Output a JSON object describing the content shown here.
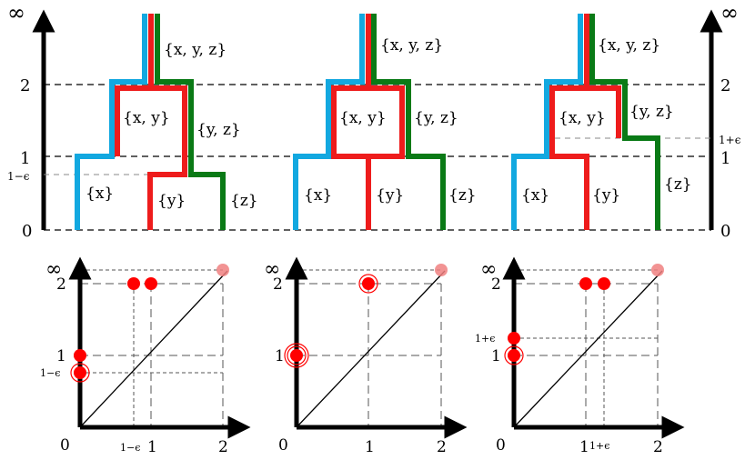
{
  "colors": {
    "x": "#12a8e0",
    "y": "#ee1c1c",
    "z": "#0a7a16",
    "point_red": "#ff0000",
    "point_faded": "#f08080",
    "axis": "#000000",
    "guide": "#555555"
  },
  "left_axis": {
    "top": "∞",
    "t2": "2",
    "t1": "1",
    "t1e": "1−ϵ",
    "t0": "0"
  },
  "right_axis": {
    "top": "∞",
    "t2": "2",
    "t1e": "1+ϵ",
    "t1": "1",
    "t0": "0"
  },
  "labels": {
    "xyz": "{x, y, z}",
    "xy": "{x, y}",
    "yz": "{y, z}",
    "x": "{x}",
    "y": "{y}",
    "z": "{z}"
  },
  "diagram_axes": {
    "inf": "∞",
    "two": "2",
    "one": "1",
    "zero": "0",
    "one_minus_eps": "1−ϵ",
    "one_plus_eps": "1+ϵ"
  }
}
